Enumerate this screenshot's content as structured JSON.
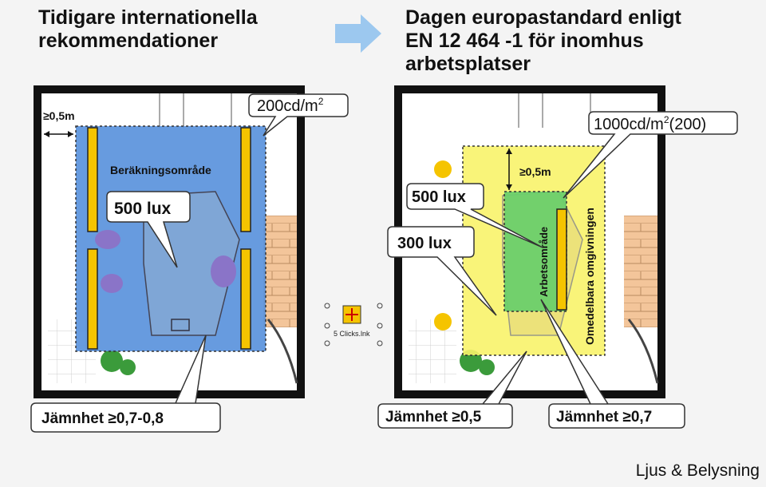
{
  "left": {
    "title": [
      "Tidigare internationella",
      "rekommendationer"
    ],
    "dim": "≥0,5m",
    "luminance": "200cd/m",
    "luminance_sup": "2",
    "calc_area": "Beräkningsområde",
    "lux": "500 lux",
    "uniformity": "Jämnhet ≥0,7-0,8"
  },
  "right": {
    "title": [
      "Dagen europastandard enligt",
      "EN 12 464 -1 för inomhus",
      "arbetsplatser"
    ],
    "dim": "≥0,5m",
    "luminance": "1000cd/m",
    "luminance_sup": "2",
    "luminance_tail": "(200)",
    "lux_work": "500 lux",
    "lux_surround": "300 lux",
    "work_area": "Arbetsområde",
    "surround_area": "Omedelbara omgivningen",
    "uniformity_surround": "Jämnhet ≥0,5",
    "uniformity_work": "Jämnhet ≥0,7"
  },
  "link_icon_label": "5 Clicks.lnk",
  "footer": "Ljus & Belysning",
  "colors": {
    "arrow": "#9cc8ef",
    "blue_area": "#5a93dc",
    "yellow_area": "#f8f36a",
    "green_area": "#6ccf6c",
    "luminaire": "#f5c400",
    "wall": "#111111",
    "floor_wood": "#f3c59a"
  }
}
